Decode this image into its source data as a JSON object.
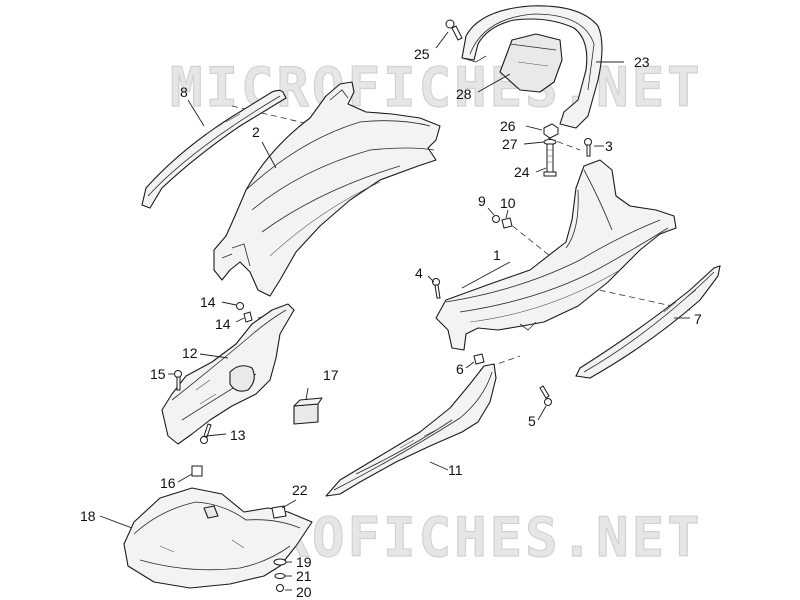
{
  "watermark": "MICROFICHES.NET",
  "callouts": [
    {
      "id": "c1",
      "text": "1"
    },
    {
      "id": "c2",
      "text": "2"
    },
    {
      "id": "c3",
      "text": "3"
    },
    {
      "id": "c4",
      "text": "4"
    },
    {
      "id": "c5",
      "text": "5"
    },
    {
      "id": "c6",
      "text": "6"
    },
    {
      "id": "c7",
      "text": "7"
    },
    {
      "id": "c8",
      "text": "8"
    },
    {
      "id": "c9",
      "text": "9"
    },
    {
      "id": "c10",
      "text": "10"
    },
    {
      "id": "c11",
      "text": "11"
    },
    {
      "id": "c12",
      "text": "12"
    },
    {
      "id": "c13",
      "text": "13"
    },
    {
      "id": "c14a",
      "text": "14"
    },
    {
      "id": "c14b",
      "text": "14"
    },
    {
      "id": "c15",
      "text": "15"
    },
    {
      "id": "c16",
      "text": "16"
    },
    {
      "id": "c17",
      "text": "17"
    },
    {
      "id": "c18",
      "text": "18"
    },
    {
      "id": "c19",
      "text": "19"
    },
    {
      "id": "c20",
      "text": "20"
    },
    {
      "id": "c21",
      "text": "21"
    },
    {
      "id": "c22",
      "text": "22"
    },
    {
      "id": "c23",
      "text": "23"
    },
    {
      "id": "c24",
      "text": "24"
    },
    {
      "id": "c25",
      "text": "25"
    },
    {
      "id": "c26",
      "text": "26"
    },
    {
      "id": "c27",
      "text": "27"
    },
    {
      "id": "c28",
      "text": "28"
    }
  ]
}
